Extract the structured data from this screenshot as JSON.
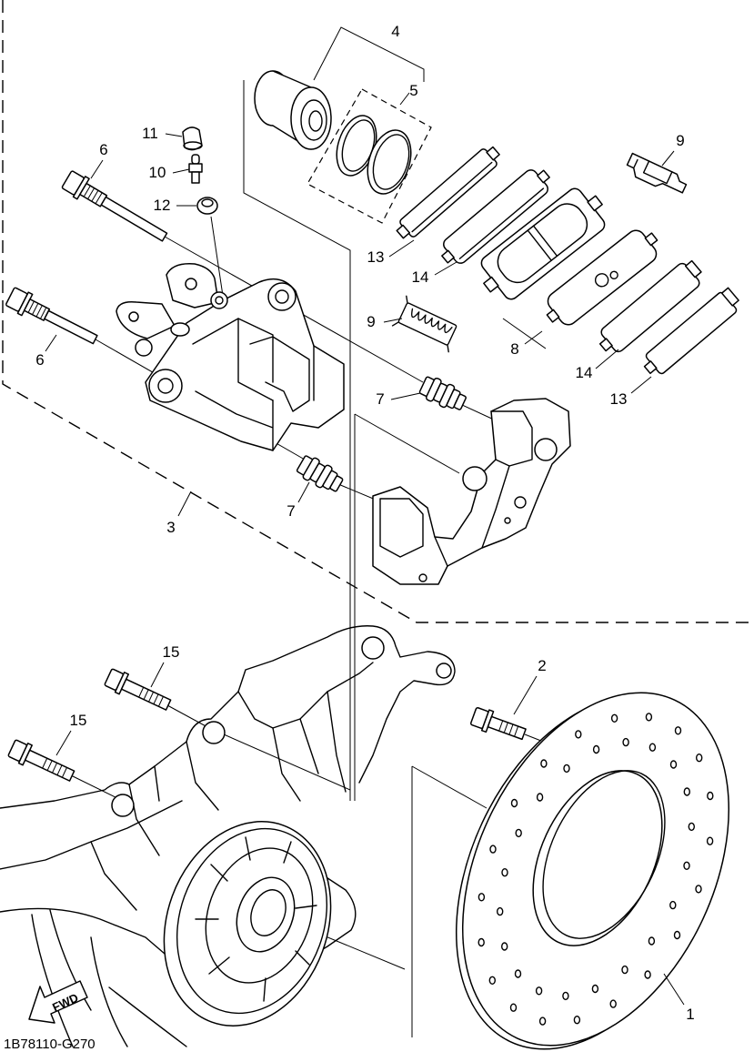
{
  "diagram": {
    "callouts": [
      "4",
      "5",
      "11",
      "10",
      "12",
      "6",
      "9",
      "13",
      "14",
      "9",
      "8",
      "6",
      "14",
      "7",
      "13",
      "3",
      "7",
      "15",
      "15",
      "2",
      "1"
    ],
    "fwd_label": "FWD",
    "code": "1B78110-G270"
  },
  "colors": {
    "line": "#000000",
    "background": "#ffffff"
  }
}
